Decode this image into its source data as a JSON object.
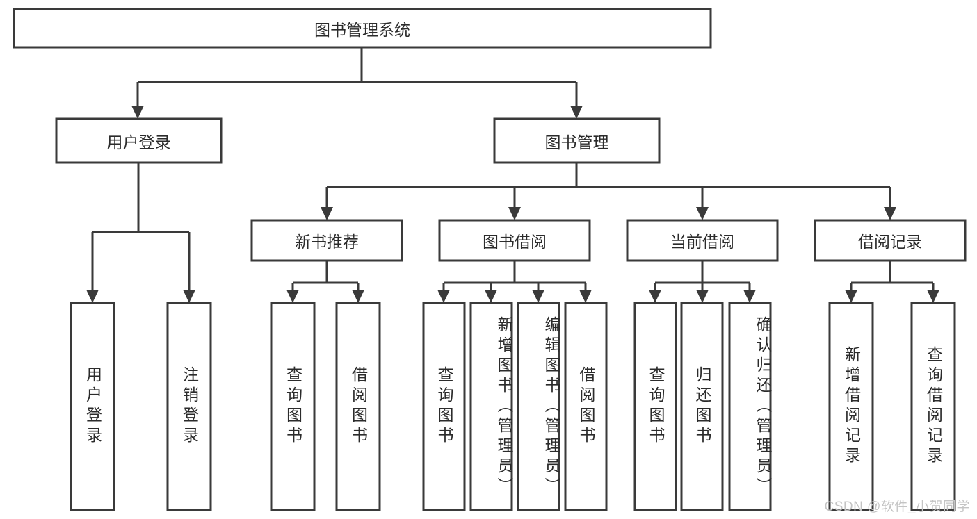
{
  "diagram": {
    "type": "tree",
    "title": "图书管理系统",
    "orientation": "top-down",
    "root": {
      "id": "root",
      "label": "图书管理系统",
      "text_orientation": "horizontal"
    },
    "level1": [
      {
        "id": "user-login",
        "label": "用户登录",
        "text_orientation": "horizontal"
      },
      {
        "id": "book-management",
        "label": "图书管理",
        "text_orientation": "horizontal"
      }
    ],
    "level2": [
      {
        "id": "new-book-recommend",
        "label": "新书推荐",
        "parent": "book-management",
        "text_orientation": "horizontal"
      },
      {
        "id": "book-borrow",
        "label": "图书借阅",
        "parent": "book-management",
        "text_orientation": "horizontal"
      },
      {
        "id": "current-borrow",
        "label": "当前借阅",
        "parent": "book-management",
        "text_orientation": "horizontal"
      },
      {
        "id": "borrow-record",
        "label": "借阅记录",
        "parent": "book-management",
        "text_orientation": "horizontal"
      }
    ],
    "leaves": [
      {
        "id": "leaf-user-login",
        "label": "用户登录",
        "parent": "user-login",
        "text_orientation": "vertical"
      },
      {
        "id": "leaf-logout-login",
        "label": "注销登录",
        "parent": "user-login",
        "text_orientation": "vertical"
      },
      {
        "id": "leaf-query-book-1",
        "label": "查询图书",
        "parent": "new-book-recommend",
        "text_orientation": "vertical"
      },
      {
        "id": "leaf-borrow-book-1",
        "label": "借阅图书",
        "parent": "new-book-recommend",
        "text_orientation": "vertical"
      },
      {
        "id": "leaf-query-book-2",
        "label": "查询图书",
        "parent": "book-borrow",
        "text_orientation": "vertical"
      },
      {
        "id": "leaf-add-book",
        "label": "新增图书（管理员）",
        "parent": "book-borrow",
        "text_orientation": "vertical"
      },
      {
        "id": "leaf-edit-book",
        "label": "编辑图书（管理员）",
        "parent": "book-borrow",
        "text_orientation": "vertical"
      },
      {
        "id": "leaf-borrow-book-2",
        "label": "借阅图书",
        "parent": "book-borrow",
        "text_orientation": "vertical"
      },
      {
        "id": "leaf-query-book-3",
        "label": "查询图书",
        "parent": "current-borrow",
        "text_orientation": "vertical"
      },
      {
        "id": "leaf-return-book",
        "label": "归还图书",
        "parent": "current-borrow",
        "text_orientation": "vertical"
      },
      {
        "id": "leaf-confirm-return",
        "label": "确认归还（管理员）",
        "parent": "current-borrow",
        "text_orientation": "vertical"
      },
      {
        "id": "leaf-add-record",
        "label": "新增借阅记录",
        "parent": "borrow-record",
        "text_orientation": "vertical"
      },
      {
        "id": "leaf-query-record",
        "label": "查询借阅记录",
        "parent": "borrow-record",
        "text_orientation": "vertical"
      }
    ],
    "colors": {
      "stroke": "#3a3a3a",
      "fill": "#ffffff",
      "text": "#2b2b2b",
      "watermark": "#c4c4c4",
      "background": "#ffffff"
    }
  },
  "watermark": {
    "text": "CSDN @软件_小贺同学"
  }
}
